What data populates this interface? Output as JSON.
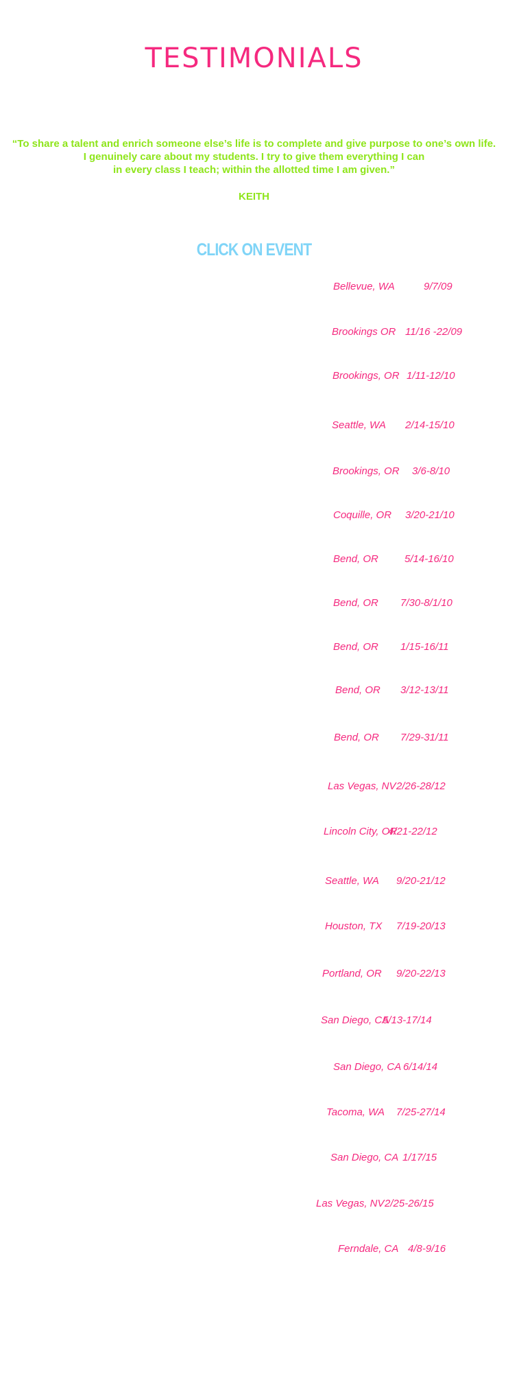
{
  "page": {
    "title": "TESTIMONIALS",
    "quote_lines": [
      "“To share a talent and enrich someone else’s life is to complete and give purpose to one’s own life.",
      "I genuinely care about my students.  I try to give them everything I can",
      "in every class I teach; within the allotted time I am given.”"
    ],
    "author": "KEITH",
    "cta": "CLICK ON EVENT"
  },
  "colors": {
    "title": "#f5297f",
    "quote": "#8ee51a",
    "cta": "#7fd4f7",
    "events": "#f5297f"
  },
  "events": [
    {
      "place": "Bellevue, WA",
      "date": "9/7/09"
    },
    {
      "place": "Brookings OR",
      "date": "11/16 -22/09"
    },
    {
      "place": "Brookings, OR",
      "date": "1/11-12/10"
    },
    {
      "place": "Seattle, WA",
      "date": "2/14-15/10"
    },
    {
      "place": "Brookings, OR",
      "date": "3/6-8/10"
    },
    {
      "place": "Coquille, OR",
      "date": "3/20-21/10"
    },
    {
      "place": "Bend, OR",
      "date": "5/14-16/10"
    },
    {
      "place": "Bend, OR",
      "date": "7/30-8/1/10"
    },
    {
      "place": "Bend, OR",
      "date": "1/15-16/11"
    },
    {
      "place": "Bend, OR",
      "date": "3/12-13/11"
    },
    {
      "place": "Bend, OR",
      "date": "7/29-31/11"
    },
    {
      "place": "Las Vegas, NV",
      "date": "2/26-28/12"
    },
    {
      "place": "Lincoln City, OR",
      "date": "4/21-22/12"
    },
    {
      "place": "Seattle, WA",
      "date": "9/20-21/12"
    },
    {
      "place": "Houston, TX",
      "date": "7/19-20/13"
    },
    {
      "place": "Portland, OR",
      "date": "9/20-22/13"
    },
    {
      "place": "San Diego, CA",
      "date": "5/13-17/14"
    },
    {
      "place": "San Diego, CA",
      "date": "6/14/14"
    },
    {
      "place": "Tacoma, WA",
      "date": "7/25-27/14"
    },
    {
      "place": "San Diego, CA",
      "date": "1/17/15"
    },
    {
      "place": "Las Vegas, NV",
      "date": "2/25-26/15"
    },
    {
      "place": "Ferndale, CA",
      "date": "4/8-9/16"
    }
  ]
}
